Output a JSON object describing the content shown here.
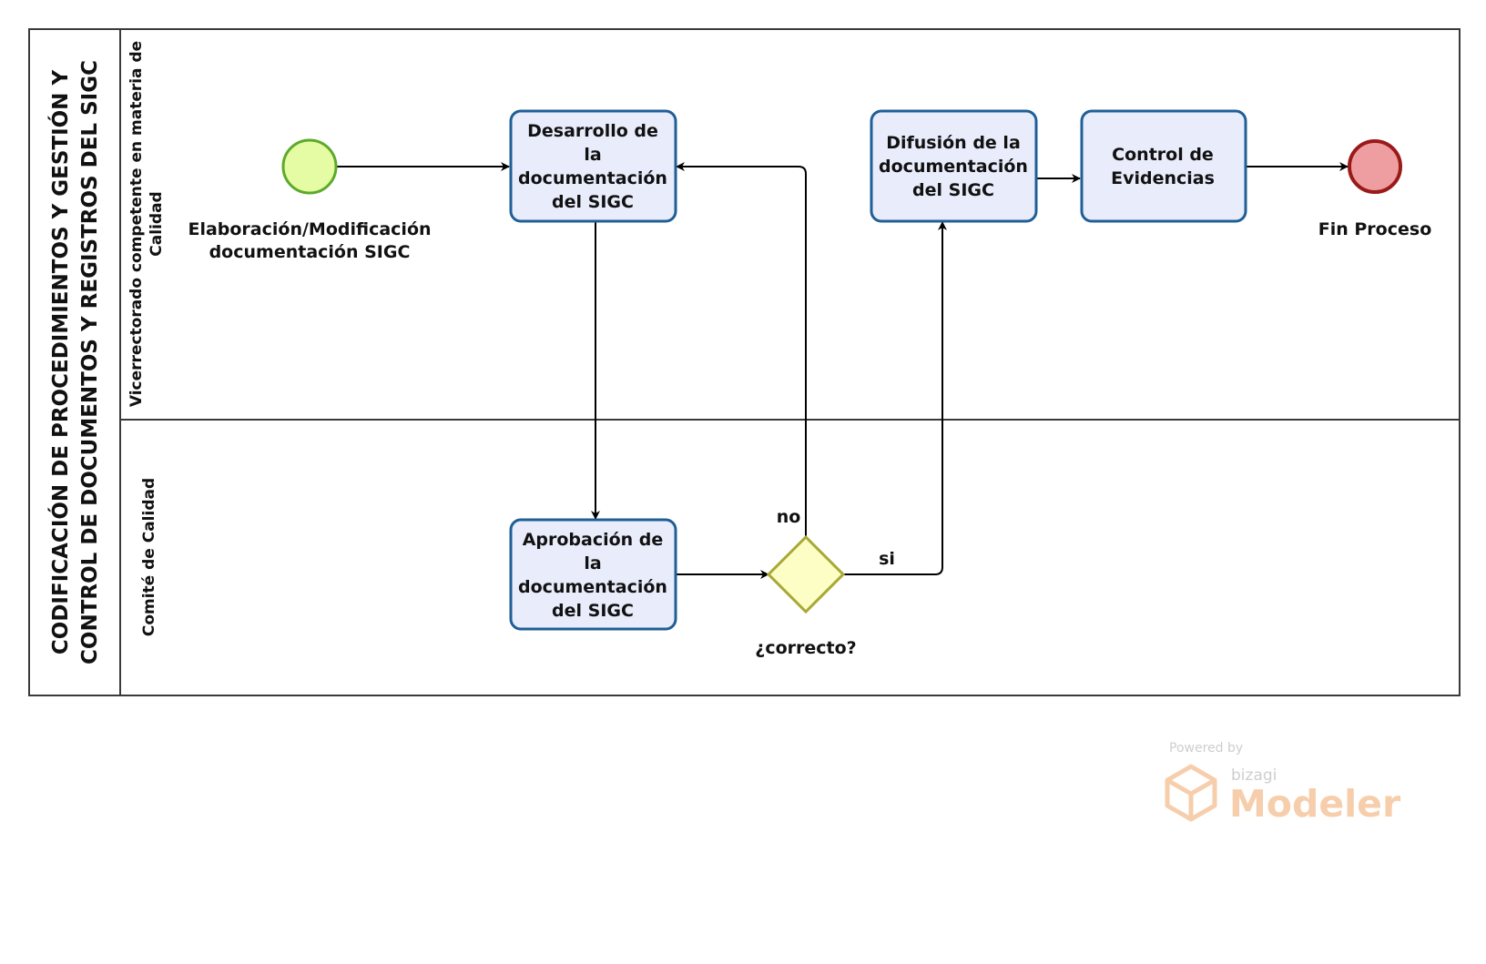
{
  "pool": {
    "title_line1": "CODIFICACIÓN DE PROCEDIMIENTOS Y GESTIÓN Y",
    "title_line2": "CONTROL DE DOCUMENTOS Y REGISTROS DEL SIGC"
  },
  "lanes": {
    "top_line1": "Vicerrectorado competente en materia de",
    "top_line2": "Calidad",
    "bottom": "Comité de Calidad"
  },
  "events": {
    "start_line1": "Elaboración/Modificación",
    "start_line2": "documentación SIGC",
    "end": "Fin Proceso"
  },
  "tasks": {
    "desarrollo": [
      "Desarrollo de",
      "la",
      "documentación",
      "del SIGC"
    ],
    "aprobacion": [
      "Aprobación de",
      "la",
      "documentación",
      "del SIGC"
    ],
    "difusion": [
      "Difusión de la",
      "documentación",
      "del SIGC"
    ],
    "control": [
      "Control de",
      "Evidencias"
    ]
  },
  "gateway": {
    "label": "¿correcto?",
    "no_label": "no",
    "si_label": "si"
  },
  "watermark": {
    "powered_by": "Powered by",
    "brand": "bizagi",
    "product": "Modeler"
  },
  "colors": {
    "task_fill": "#e8ecfb",
    "task_stroke": "#1f5f96",
    "start_fill": "#e6fca4",
    "start_stroke": "#5daa2b",
    "end_fill": "#ee9ea0",
    "end_stroke": "#9a1a1a",
    "gateway_fill": "#fdfdc6",
    "gateway_stroke": "#a8a835",
    "watermark": "#f6c9a4"
  }
}
